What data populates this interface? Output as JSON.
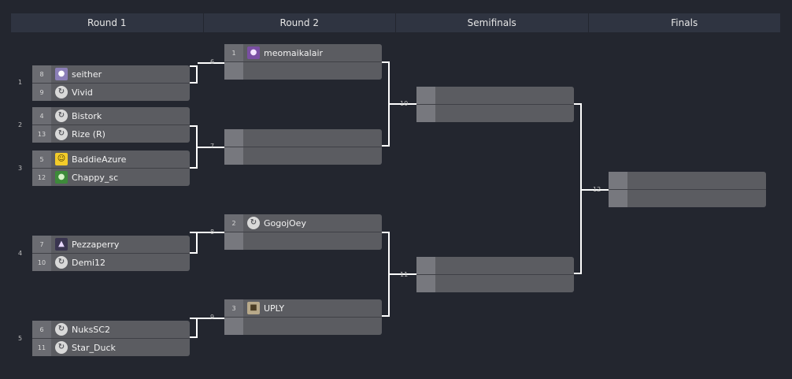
{
  "rounds": [
    "Round 1",
    "Round 2",
    "Semifinals",
    "Finals"
  ],
  "match_numbers": {
    "m1": "1",
    "m2": "2",
    "m3": "3",
    "m4": "4",
    "m5": "5",
    "m6": "6",
    "m7": "7",
    "m8": "8",
    "m9": "9",
    "m10": "10",
    "m11": "11",
    "m12": "12"
  },
  "round1": [
    {
      "top": {
        "seed": "8",
        "name": "seither",
        "avatar": "ghost-avatar-icon"
      },
      "bottom": {
        "seed": "9",
        "name": "Vivid",
        "avatar": "default-avatar-icon"
      }
    },
    {
      "top": {
        "seed": "4",
        "name": "Bistork",
        "avatar": "default-avatar-icon"
      },
      "bottom": {
        "seed": "13",
        "name": "Rize (R)",
        "avatar": "default-avatar-icon"
      }
    },
    {
      "top": {
        "seed": "5",
        "name": "BaddieAzure",
        "avatar": "smiley-avatar-icon"
      },
      "bottom": {
        "seed": "12",
        "name": "Chappy_sc",
        "avatar": "frog-avatar-icon"
      }
    },
    {
      "top": {
        "seed": "7",
        "name": "Pezzaperry",
        "avatar": "anime-avatar-icon"
      },
      "bottom": {
        "seed": "10",
        "name": "Demi12",
        "avatar": "default-avatar-icon"
      }
    },
    {
      "top": {
        "seed": "6",
        "name": "NuksSC2",
        "avatar": "default-avatar-icon"
      },
      "bottom": {
        "seed": "11",
        "name": "Star_Duck",
        "avatar": "default-avatar-icon"
      }
    }
  ],
  "round2": [
    {
      "top": {
        "seed": "1",
        "name": "meomaikalair",
        "avatar": "purple-creature-avatar-icon"
      }
    },
    {
      "top": {
        "seed": "",
        "name": ""
      }
    },
    {
      "top": {
        "seed": "2",
        "name": "GogojOey",
        "avatar": "default-avatar-icon"
      }
    },
    {
      "top": {
        "seed": "3",
        "name": "UPLY",
        "avatar": "uply-avatar-icon"
      }
    }
  ]
}
